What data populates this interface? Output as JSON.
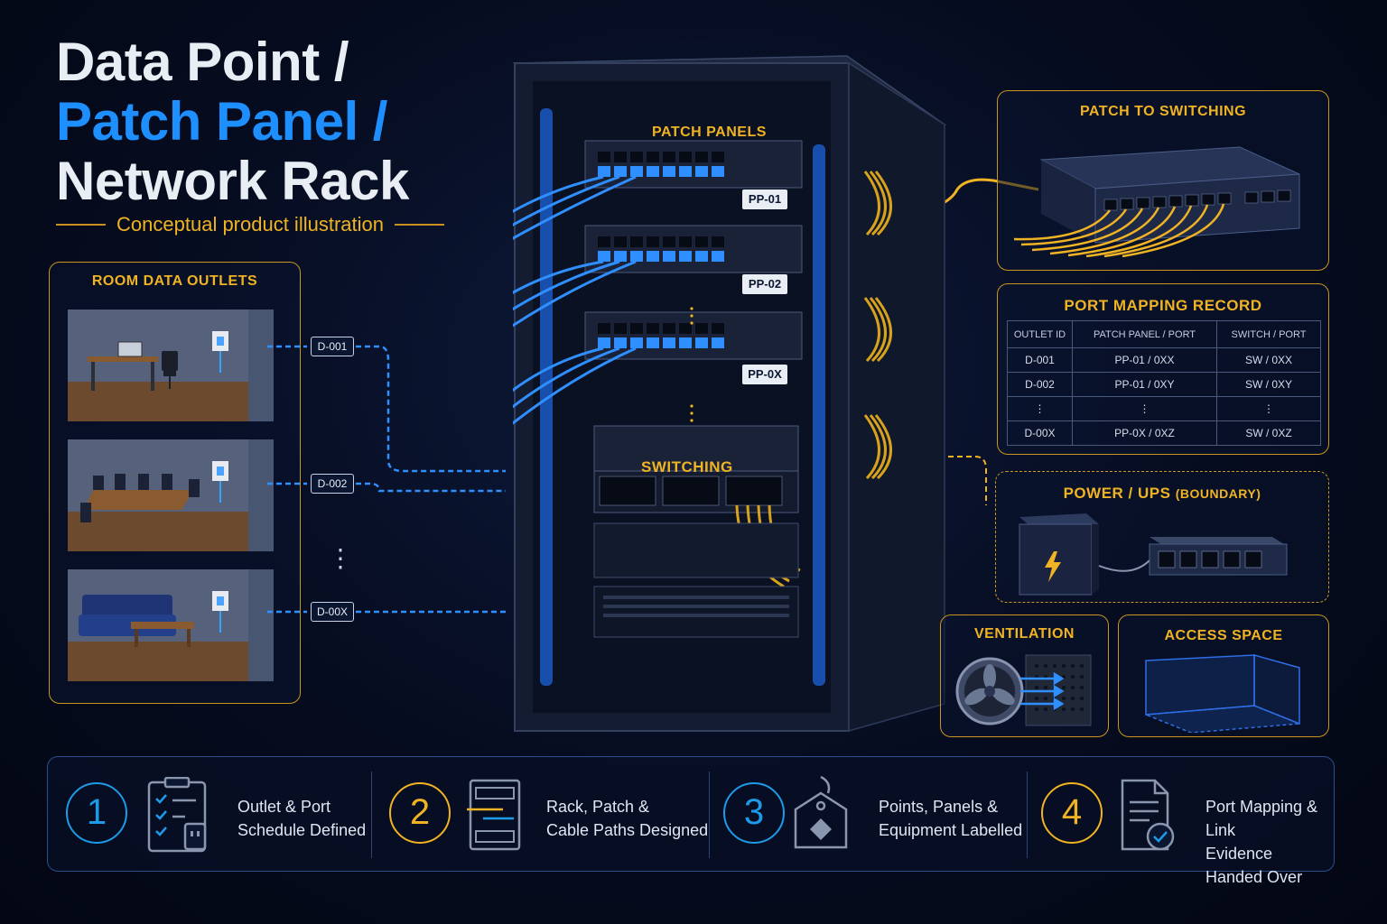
{
  "title": {
    "line1": "Data Point /",
    "line2": "Patch Panel /",
    "line3": "Network Rack"
  },
  "subtitle": "Conceptual product illustration",
  "room_outlets": {
    "title": "ROOM DATA OUTLETS",
    "labels": [
      "D-001",
      "D-002",
      "D-00X"
    ],
    "ellipsis": "⋮"
  },
  "rack": {
    "patch_panels_label": "PATCH PANELS",
    "switching_label": "SWITCHING",
    "panels": [
      "PP-01",
      "PP-02",
      "PP-0X"
    ]
  },
  "patch_to_switching": {
    "title": "PATCH TO SWITCHING"
  },
  "port_mapping": {
    "title": "PORT MAPPING RECORD",
    "headers": [
      "OUTLET ID",
      "PATCH PANEL / PORT",
      "SWITCH / PORT"
    ],
    "rows": [
      [
        "D-001",
        "PP-01  /  0XX",
        "SW  /  0XX"
      ],
      [
        "D-002",
        "PP-01  /  0XY",
        "SW  /  0XY"
      ],
      [
        "⋮",
        "⋮",
        "⋮"
      ],
      [
        "D-00X",
        "PP-0X  /  0XZ",
        "SW  /  0XZ"
      ]
    ]
  },
  "power": {
    "title": "POWER / UPS",
    "qualifier": "(BOUNDARY)"
  },
  "ventilation": {
    "title": "VENTILATION"
  },
  "access_space": {
    "title": "ACCESS SPACE"
  },
  "steps": [
    {
      "number": "1",
      "line1": "Outlet & Port",
      "line2": "Schedule Defined",
      "color": "#1e9be8",
      "icon": "checklist-icon"
    },
    {
      "number": "2",
      "line1": "Rack, Patch &",
      "line2": "Cable Paths Designed",
      "color": "#f0b323",
      "icon": "patch-panel-icon"
    },
    {
      "number": "3",
      "line1": "Points, Panels &",
      "line2": "Equipment Labelled",
      "color": "#1e9be8",
      "icon": "tag-icon"
    },
    {
      "number": "4",
      "line1": "Port Mapping & Link",
      "line2": "Evidence Handed Over",
      "color": "#f0b323",
      "icon": "document-check-icon"
    }
  ],
  "colors": {
    "accent_blue": "#1e8fff",
    "accent_gold": "#f0b323",
    "background": "#060c1f"
  }
}
